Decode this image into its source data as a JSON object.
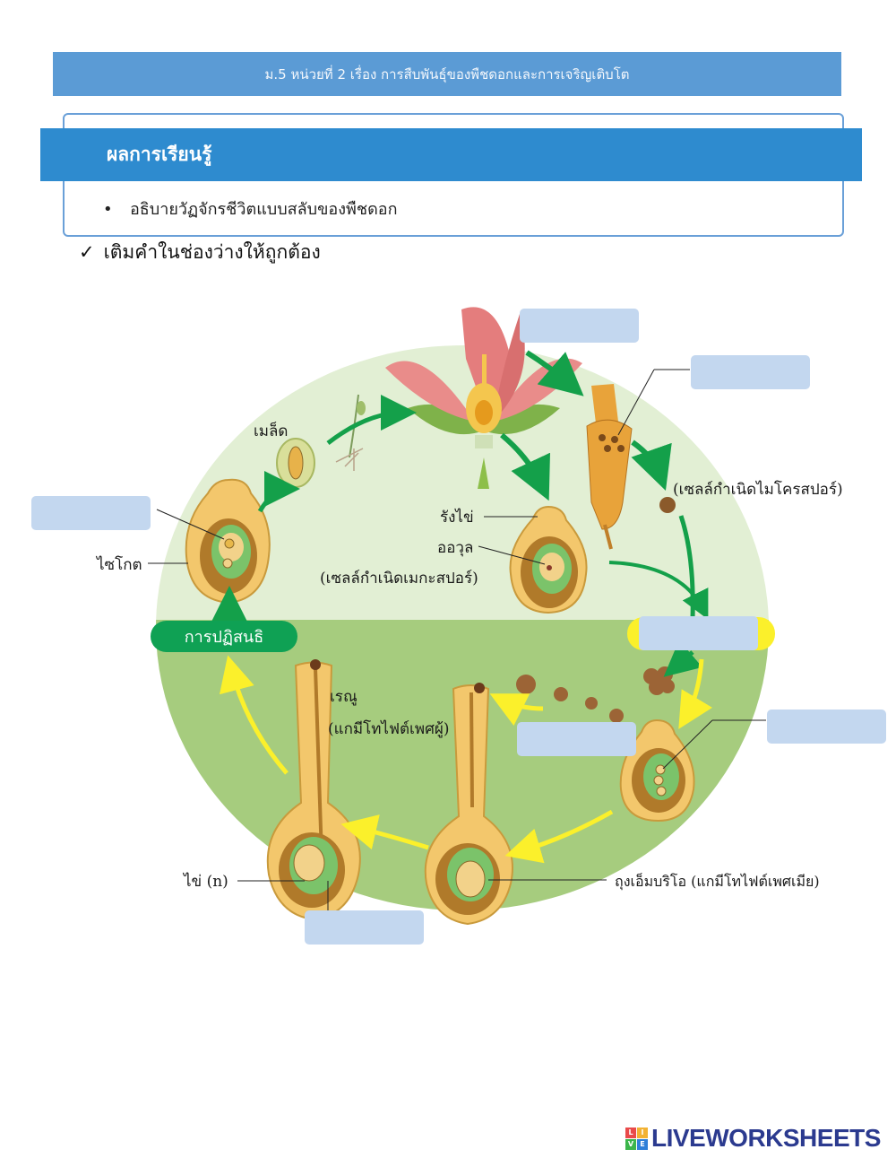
{
  "header": {
    "title": "ม.5 หน่วยที่ 2 เรื่อง การสืบพันธุ์ของพืชดอกและการเจริญเติบโต"
  },
  "objectives": {
    "heading": "ผลการเรียนรู้",
    "bullet_symbol": "•",
    "items": [
      "อธิบายวัฏจักรชีวิตแบบสลับของพืชดอก"
    ]
  },
  "instruction": {
    "check": "✓",
    "text": "เติมคำในช่องว่างให้ถูกต้อง"
  },
  "diagram": {
    "labels": {
      "seed": "เมล็ด",
      "zygote": "ไซโกต",
      "ovary": "รังไข่",
      "ovule": "ออวุล",
      "megaspore_mother": "(เซลล์กำเนิดเมกะสปอร์)",
      "microspore_mother": "(เซลล์กำเนิดไมโครสปอร์)",
      "pollen": "เรณู",
      "male_gametophyte": "(แกมีโทไฟต์เพศผู้)",
      "egg": "ไข่ (n)",
      "embryo_sac": "ถุงเอ็มบริโอ (แกมีโทไฟต์เพศเมีย)",
      "fertilization": "การปฏิสนธิ"
    },
    "colors": {
      "upper_circle": "#e2efd4",
      "lower_circle": "#a6cc7e",
      "green_arrow": "#14a04a",
      "yellow_arrow": "#fbf02b",
      "blank_fill": "#c3d7ef"
    },
    "blanks": [
      {
        "id": "flower"
      },
      {
        "id": "anther"
      },
      {
        "id": "left-top"
      },
      {
        "id": "meiosis"
      },
      {
        "id": "right-embryo-sac"
      },
      {
        "id": "microspores"
      },
      {
        "id": "bottom-left"
      }
    ]
  },
  "footer": {
    "logo_letters": [
      "L",
      "I",
      "V",
      "E"
    ],
    "logo_text": "LIVEWORKSHEETS"
  }
}
